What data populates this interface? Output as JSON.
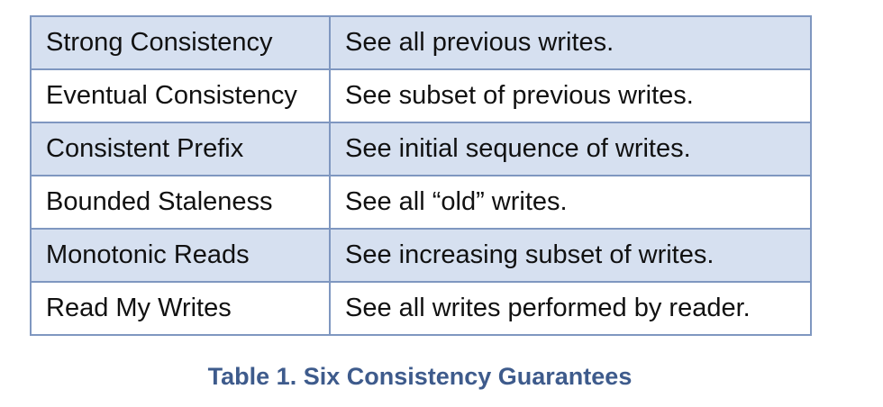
{
  "table": {
    "rows": [
      {
        "guarantee": "Strong Consistency",
        "description": "See all previous writes."
      },
      {
        "guarantee": "Eventual Consistency",
        "description": "See subset of previous writes."
      },
      {
        "guarantee": "Consistent Prefix",
        "description": "See initial sequence of writes."
      },
      {
        "guarantee": "Bounded Staleness",
        "description": "See all “old” writes."
      },
      {
        "guarantee": "Monotonic Reads",
        "description": "See increasing subset of writes."
      },
      {
        "guarantee": "Read My Writes",
        "description": "See all writes performed by reader."
      }
    ]
  },
  "caption": "Table 1. Six Consistency Guarantees",
  "colors": {
    "border": "#7f97c0",
    "shaded_row": "#d6e0f0",
    "caption_text": "#3e5b8c"
  }
}
